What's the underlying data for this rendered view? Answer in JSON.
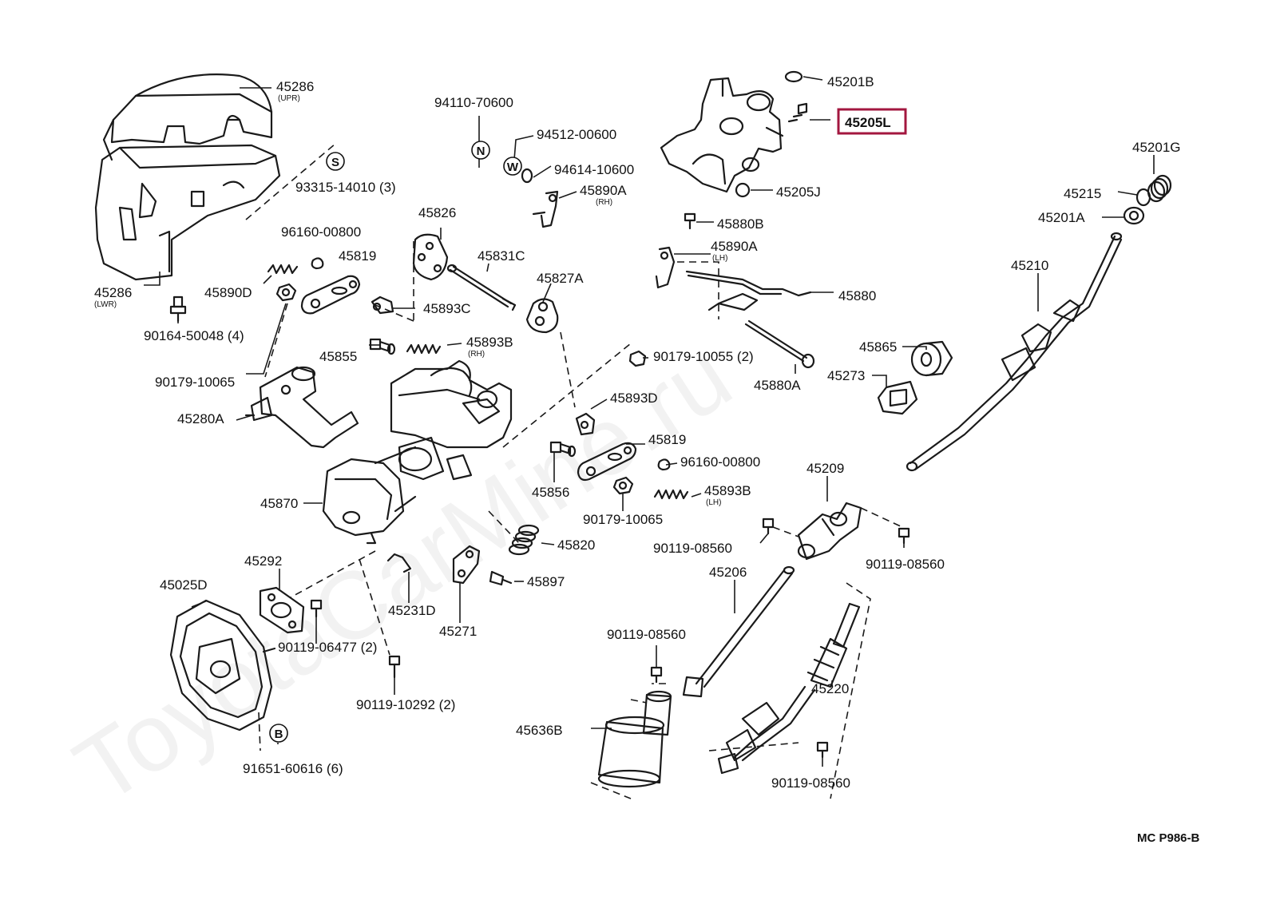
{
  "watermark": "ToyotaCarMine.ru",
  "diagram_code": "MC P986-B",
  "highlighted_part": "45205L",
  "symbols": {
    "S": "S",
    "N": "N",
    "W": "W",
    "B": "B"
  },
  "labels": {
    "l45286_upr": "45286",
    "l45286_upr_sub": "(UPR)",
    "l45286_lwr": "45286",
    "l45286_lwr_sub": "(LWR)",
    "l93315": "93315-14010 (3)",
    "l90164": "90164-50048 (4)",
    "l96160_top": "96160-00800",
    "l45819_top": "45819",
    "l45890D": "45890D",
    "l90179_left": "90179-10065",
    "l94110": "94110-70600",
    "l94512": "94512-00600",
    "l94614": "94614-10600",
    "l45890A_rh": "45890A",
    "l45890A_rh_sub": "(RH)",
    "l45826": "45826",
    "l45831C": "45831C",
    "l45827A": "45827A",
    "l45893C": "45893C",
    "l45855": "45855",
    "l45893B_rh": "45893B",
    "l45893B_rh_sub": "(RH)",
    "l45280A": "45280A",
    "l90179_mid": "90179-10055 (2)",
    "l45893D": "45893D",
    "l45819_mid": "45819",
    "l96160_mid": "96160-00800",
    "l45856": "45856",
    "l45893B_lh": "45893B",
    "l45893B_lh_sub": "(LH)",
    "l90179_low": "90179-10065",
    "l45870": "45870",
    "l45820": "45820",
    "l45292": "45292",
    "l45897": "45897",
    "l45231D": "45231D",
    "l45271": "45271",
    "l45025D": "45025D",
    "l90119_06477": "90119-06477 (2)",
    "l90119_10292": "90119-10292 (2)",
    "l91651": "91651-60616 (6)",
    "l45201B": "45201B",
    "l45205L": "45205L",
    "l45205J": "45205J",
    "l45880B": "45880B",
    "l45890A_lh": "45890A",
    "l45890A_lh_sub": "(LH)",
    "l45880": "45880",
    "l45880A": "45880A",
    "l45865": "45865",
    "l45273": "45273",
    "l45201G": "45201G",
    "l45215": "45215",
    "l45201A": "45201A",
    "l45210": "45210",
    "l45209": "45209",
    "l90119_a": "90119-08560",
    "l90119_b": "90119-08560",
    "l45206": "45206",
    "l90119_c": "90119-08560",
    "l45220": "45220",
    "l45636B": "45636B",
    "l90119_d": "90119-08560"
  }
}
